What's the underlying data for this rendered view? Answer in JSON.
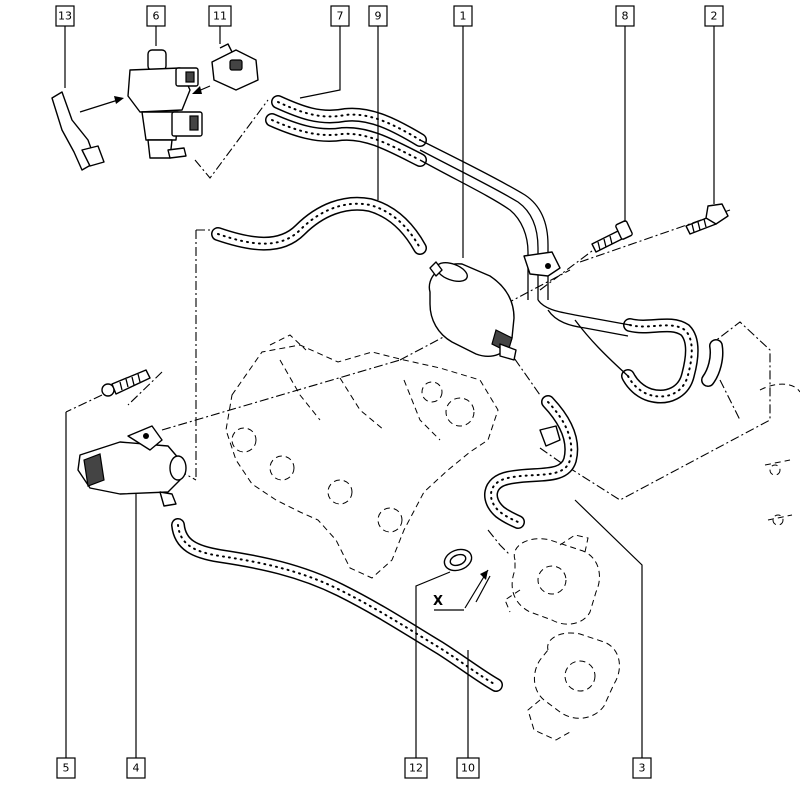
{
  "callouts": [
    {
      "id": "c13",
      "label": "13"
    },
    {
      "id": "c6",
      "label": "6"
    },
    {
      "id": "c11",
      "label": "11"
    },
    {
      "id": "c7",
      "label": "7"
    },
    {
      "id": "c9",
      "label": "9"
    },
    {
      "id": "c1",
      "label": "1"
    },
    {
      "id": "c8",
      "label": "8"
    },
    {
      "id": "c2",
      "label": "2"
    },
    {
      "id": "c5",
      "label": "5"
    },
    {
      "id": "c4",
      "label": "4"
    },
    {
      "id": "c12",
      "label": "12"
    },
    {
      "id": "c10",
      "label": "10"
    },
    {
      "id": "c3",
      "label": "3"
    }
  ],
  "detail_marker": "X"
}
